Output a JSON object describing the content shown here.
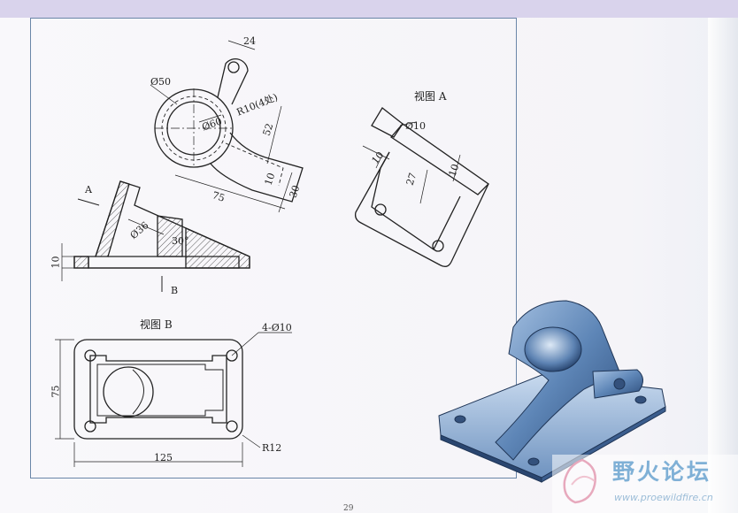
{
  "drawing": {
    "view_a_title": "视图 A",
    "view_b_title": "视图 B",
    "arrow_a": "A",
    "arrow_b": "B",
    "dims": {
      "d24": "24",
      "dia50": "Ø50",
      "r10": "R10(4处)",
      "dia60": "Ø60",
      "d52": "52",
      "d10_top": "10",
      "d75_top": "75",
      "d30": "30",
      "dia36": "Ø36",
      "ang30": "30°",
      "d10_left": "10",
      "dia10_a": "Ø10",
      "d10_a_left": "10",
      "d27": "27",
      "d10_a_right": "10",
      "holes": "4-Ø10",
      "d75_b": "75",
      "d125": "125",
      "r12": "R12"
    }
  },
  "watermark": {
    "title": "野火论坛",
    "url": "www.proewildfire.cn"
  },
  "page_number": "29"
}
